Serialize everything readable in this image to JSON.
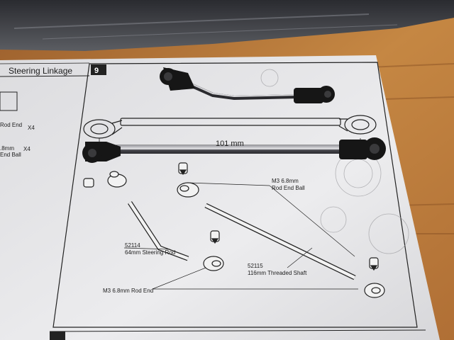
{
  "page": {
    "section_title": "Steering Linkage",
    "step_number": "9"
  },
  "left_column": {
    "rod_end_label": "Rod End",
    "rod_end_qty": "X4",
    "ball_size": ".8mm",
    "ball_qty": "X4",
    "ball_label": "End Ball"
  },
  "diagram": {
    "dimension": "101 mm",
    "rod_end_ball_size": "M3 6.8mm",
    "rod_end_ball_label": "Rod End Ball",
    "steering_rod_part": "52114",
    "steering_rod_label": "64mm Steering Rod",
    "threaded_shaft_part": "52115",
    "threaded_shaft_label": "116mm Threaded Shaft",
    "rod_end_label": "M3 6.8mm Rod End"
  },
  "colors": {
    "wood": "#b9773a",
    "paper": "#e9e9ea",
    "rod_metal": "#6f6f73",
    "plastic_black": "#161616"
  }
}
